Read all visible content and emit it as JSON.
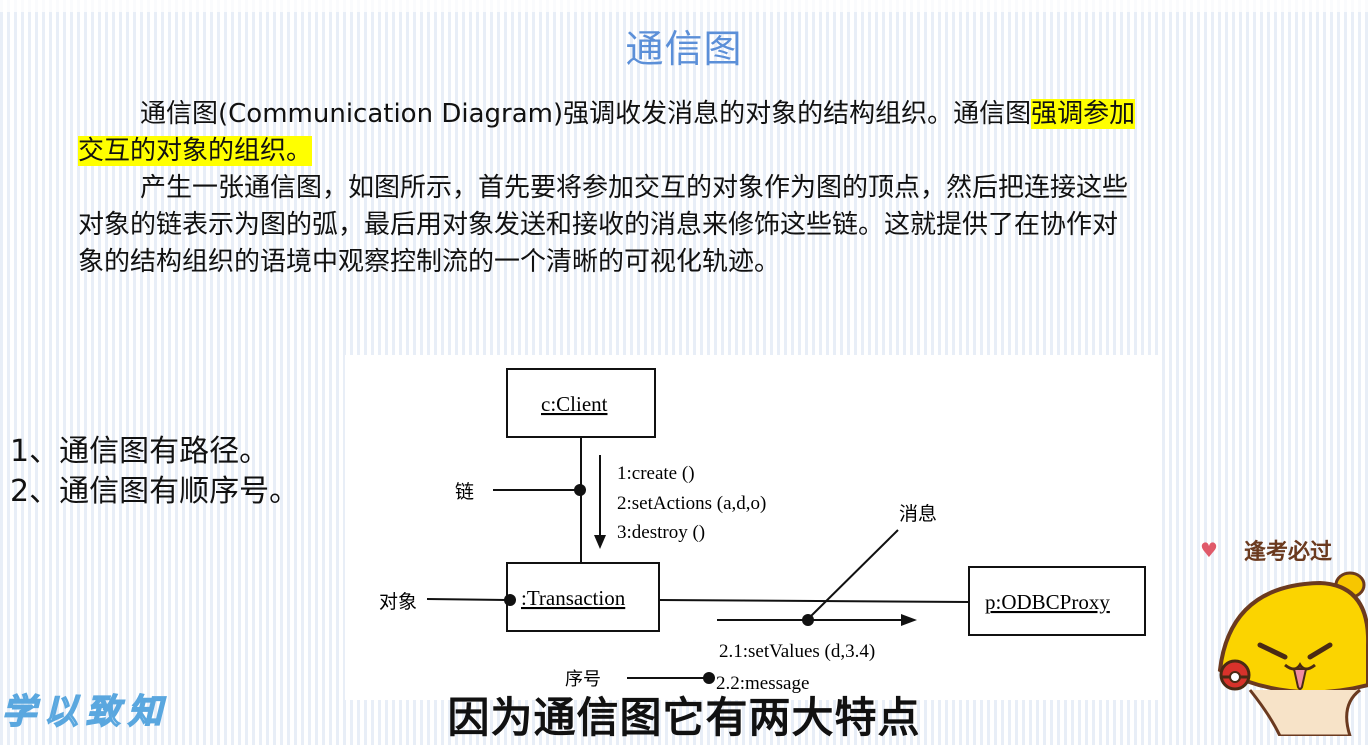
{
  "page": {
    "title": "通信图",
    "paragraph1": {
      "indent_text": "通信图(Communication Diagram)强调收发消息的对象的结构组织。通信图",
      "highlight_line1": "强调参加",
      "highlight_line2": "交互的对象的组织。"
    },
    "paragraph2": {
      "line1": "产生一张通信图，如图所示，首先要将参加交互的对象作为图的顶点，然后把连接这些",
      "line2": "对象的链表示为图的弧，最后用对象发送和接收的消息来修饰这些链。这就提供了在协作对",
      "line3": "象的结构组织的语境中观察控制流的一个清晰的可视化轨迹。"
    },
    "points": [
      "1、通信图有路径。",
      "2、通信图有顺序号。"
    ],
    "subtitle": "因为通信图它有两大特点",
    "watermark": "学以致知",
    "sticker": {
      "text": "逢考必过",
      "heart": "♥"
    },
    "highlight_color": "#ffff00",
    "title_color": "#5b8fd8"
  },
  "diagram": {
    "objects": {
      "client": "c:Client",
      "transaction": ":Transaction",
      "proxy": "p:ODBCProxy"
    },
    "messages": {
      "m1": "1:create ()",
      "m2": "2:setActions (a,d,o)",
      "m3": "3:destroy ()",
      "m21": "2.1:setValues (d,3.4)",
      "m22": "2.2:message"
    },
    "annotations": {
      "link": "链",
      "object": "对象",
      "message": "消息",
      "sequence": "序号"
    }
  }
}
